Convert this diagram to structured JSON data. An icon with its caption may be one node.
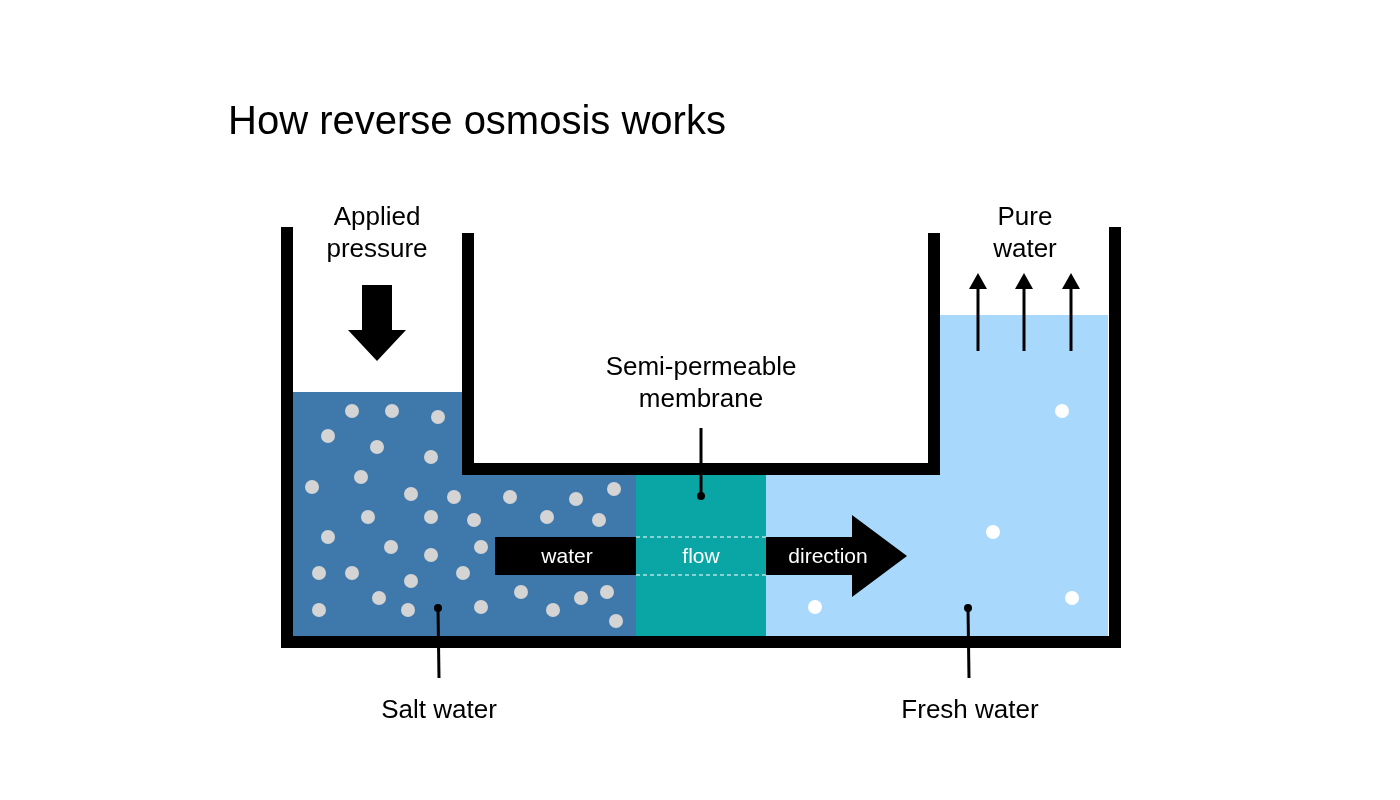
{
  "diagram": {
    "title": "How reverse osmosis works",
    "nodes": [
      {
        "text": [
          "Salt water"
        ]
      },
      {
        "text": [],
        "shape": "box"
      },
      {
        "text": [
          "Semi-permeable membrane"
        ]
      },
      {
        "text": [],
        "shape": "box"
      },
      {
        "text": [
          "Fresh water"
        ]
      },
      {
        "text": [],
        "shape": "box"
      }
    ],
    "edges": [
      {
        "from": 0,
        "to": 1,
        "arrow": "other"
      },
      {
        "from": 2,
        "to": 3,
        "arrow": "other"
      },
      {
        "from": 4,
        "to": 5,
        "arrow": "other"
      },
      {
        "from": 1,
        "to": 3,
        "arrow": "none",
        "style": "thick"
      },
      {
        "from": 3,
        "to": 5,
        "arrow": "to",
        "style": "thick"
      }
    ],
    "labels": [
      "Applied pressure",
      "Pure water",
      "water",
      "flow",
      "direction"
    ]
  }
}
